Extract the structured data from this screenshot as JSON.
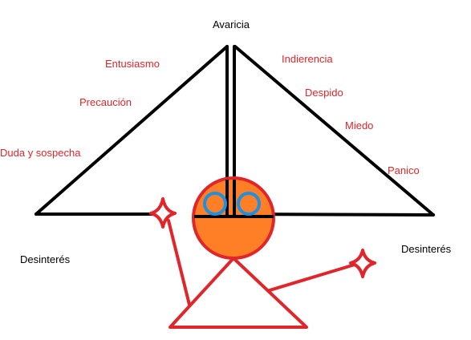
{
  "labels": {
    "top": "Avaricia",
    "left_bottom": "Desinterés",
    "right_bottom": "Desinterés",
    "left_side": [
      "Entusiasmo",
      "Precaución",
      "Duda y sospecha"
    ],
    "right_side": [
      "Indierencia",
      "Despido",
      "Miedo",
      "Panico"
    ]
  },
  "colors": {
    "line": "#000000",
    "figure": "#e0262a",
    "head_fill": "#ff7f27",
    "eyes": "#1e90e0",
    "label_red": "#e0262a"
  }
}
